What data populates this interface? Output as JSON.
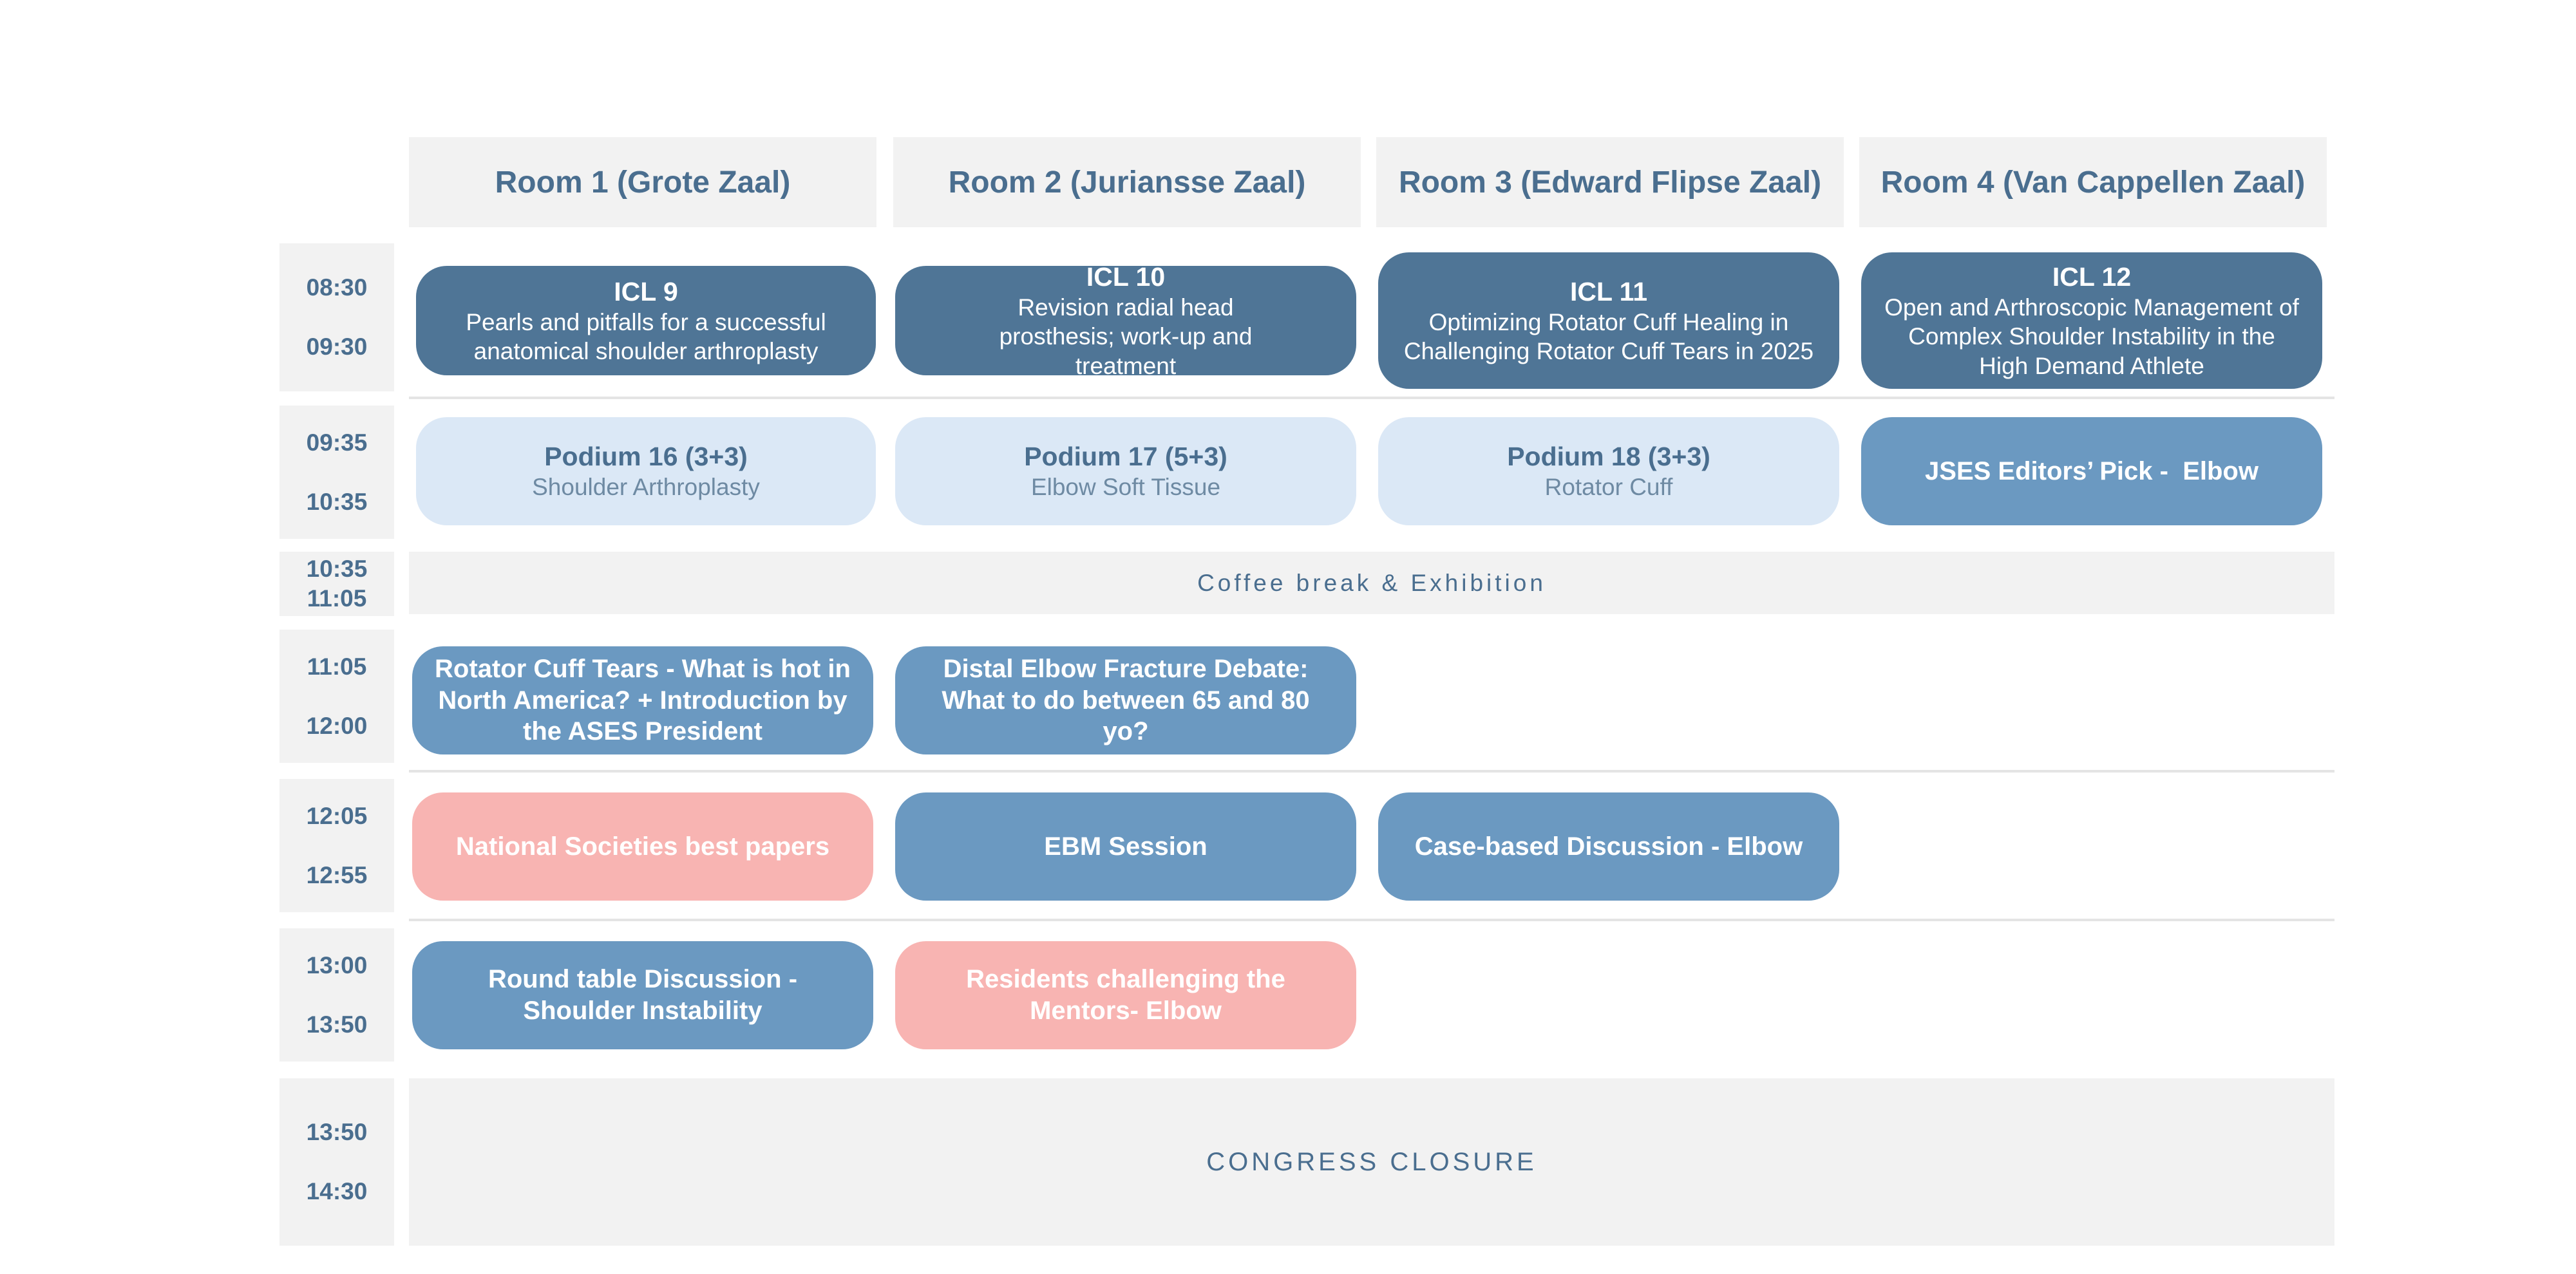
{
  "rooms": [
    "Room 1 (Grote Zaal)",
    "Room 2 (Juriansse Zaal)",
    "Room 3 (Edward Flipse Zaal)",
    "Room 4 (Van Cappellen Zaal)"
  ],
  "times": [
    {
      "start": "08:30",
      "end": "09:30"
    },
    {
      "start": "09:35",
      "end": "10:35"
    },
    {
      "start": "10:35",
      "end": "11:05"
    },
    {
      "start": "11:05",
      "end": "12:00"
    },
    {
      "start": "12:05",
      "end": "12:55"
    },
    {
      "start": "13:00",
      "end": "13:50"
    },
    {
      "start": "13:50",
      "end": "14:30"
    }
  ],
  "sessions": {
    "icl9": {
      "title": "ICL 9",
      "subtitle": "Pearls and pitfalls for a successful anatomical shoulder arthroplasty"
    },
    "icl10": {
      "title": "ICL 10",
      "subtitle": "Revision radial head prosthesis; work-up and treatment"
    },
    "icl11": {
      "title": "ICL 11",
      "subtitle": "Optimizing Rotator Cuff Healing in Challenging Rotator Cuff Tears in 2025"
    },
    "icl12": {
      "title": "ICL 12",
      "subtitle": "Open and Arthroscopic Management of Complex Shoulder Instability in the High Demand Athlete"
    },
    "podium16": {
      "title": "Podium 16 (3+3)",
      "subtitle": "Shoulder Arthroplasty"
    },
    "podium17": {
      "title": "Podium 17 (5+3)",
      "subtitle": "Elbow Soft Tissue"
    },
    "podium18": {
      "title": "Podium 18 (3+3)",
      "subtitle": "Rotator Cuff"
    },
    "jses": {
      "title": "JSES Editors’ Pick -  Elbow"
    },
    "rct": {
      "title": "Rotator Cuff Tears - What is hot in North America? + Introduction by the ASES President"
    },
    "distal": {
      "title": "Distal Elbow Fracture Debate: What to do between 65 and 80 yo?"
    },
    "national": {
      "title": "National Societies best papers"
    },
    "ebm": {
      "title": "EBM Session"
    },
    "casebased": {
      "title": "Case-based Discussion - Elbow"
    },
    "roundtable": {
      "title": "Round table Discussion - Shoulder Instability"
    },
    "residents": {
      "title": "Residents challenging the Mentors- Elbow"
    }
  },
  "bands": {
    "coffee": "Coffee break & Exhibition",
    "closure": "CONGRESS CLOSURE"
  },
  "colors": {
    "dark_session": "#4f7596",
    "mid_session": "#6b99c1",
    "light_session": "#dbe8f6",
    "pink_session": "#f8b4b2",
    "header_bg": "#f2f2f2",
    "text_blue": "#4a6e8f"
  }
}
